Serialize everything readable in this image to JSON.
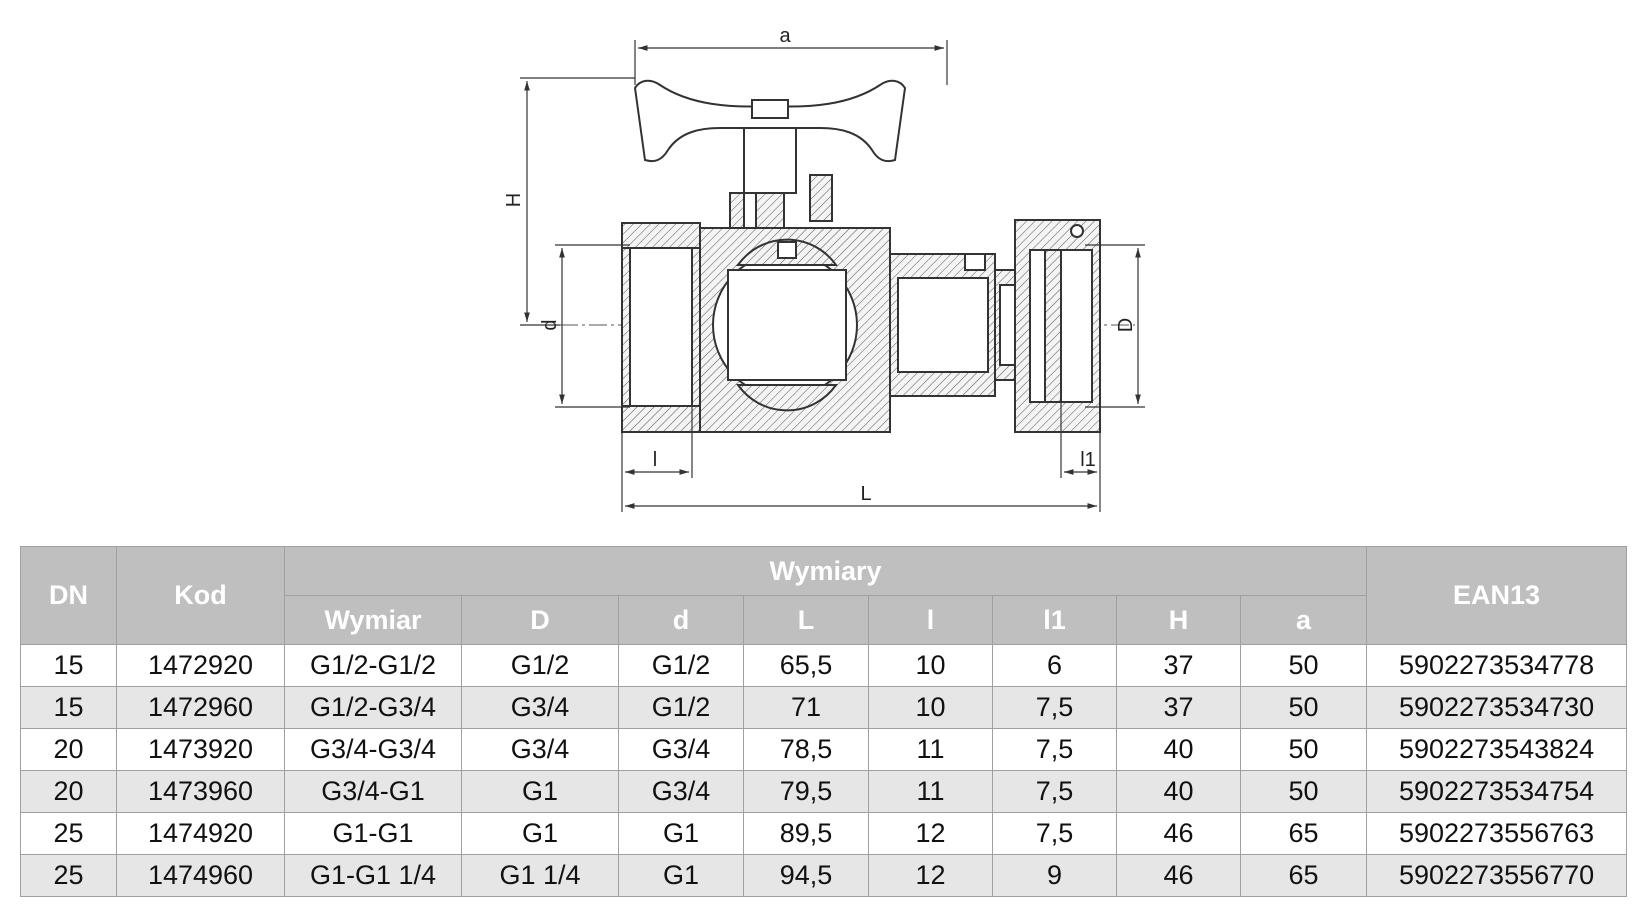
{
  "drawing": {
    "dimension_labels": {
      "a": "a",
      "H": "H",
      "d": "d",
      "D": "D",
      "l": "l",
      "l1": "l1",
      "L": "L"
    }
  },
  "table": {
    "group_header": "Wymiary",
    "col_dn": "DN",
    "col_kod": "Kod",
    "col_ean": "EAN13",
    "sub_headers": [
      "Wymiar",
      "D",
      "d",
      "L",
      "l",
      "l1",
      "H",
      "a"
    ],
    "rows": [
      [
        "15",
        "1472920",
        "G1/2-G1/2",
        "G1/2",
        "G1/2",
        "65,5",
        "10",
        "6",
        "37",
        "50",
        "5902273534778"
      ],
      [
        "15",
        "1472960",
        "G1/2-G3/4",
        "G3/4",
        "G1/2",
        "71",
        "10",
        "7,5",
        "37",
        "50",
        "5902273534730"
      ],
      [
        "20",
        "1473920",
        "G3/4-G3/4",
        "G3/4",
        "G3/4",
        "78,5",
        "11",
        "7,5",
        "40",
        "50",
        "5902273543824"
      ],
      [
        "20",
        "1473960",
        "G3/4-G1",
        "G1",
        "G3/4",
        "79,5",
        "11",
        "7,5",
        "40",
        "50",
        "5902273534754"
      ],
      [
        "25",
        "1474920",
        "G1-G1",
        "G1",
        "G1",
        "89,5",
        "12",
        "7,5",
        "46",
        "65",
        "5902273556763"
      ],
      [
        "25",
        "1474960",
        "G1-G1 1/4",
        "G1 1/4",
        "G1",
        "94,5",
        "12",
        "9",
        "46",
        "65",
        "5902273556770"
      ]
    ]
  }
}
